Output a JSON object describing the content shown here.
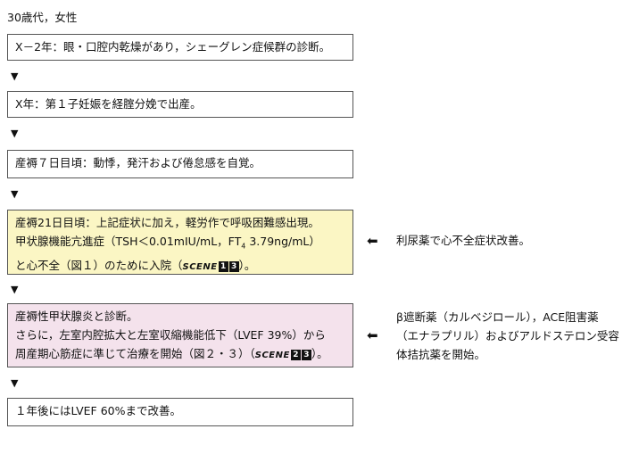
{
  "header": "30歳代，女性",
  "steps": [
    {
      "text": "X－2年：眼・口腔内乾燥があり，シェーグレン症候群の診断。"
    },
    {
      "text": "X年：第１子妊娠を経腟分娩で出産。"
    },
    {
      "text": "産褥７日目頃：動悸，発汗および倦怠感を自覚。"
    },
    {
      "line1": "産褥21日目頃：上記症状に加え，軽労作で呼吸困難感出現。",
      "line2a": "甲状腺機能亢進症（TSH＜0.01mIU/mL，FT",
      "line2sub": "4",
      "line2b": " 3.79ng/mL）",
      "line3a": "と心不全（図１）のために入院（",
      "scene": "SCENE",
      "badges": [
        "1",
        "3"
      ],
      "line3b": "）。"
    },
    {
      "line1": "産褥性甲状腺炎と診断。",
      "line2": "さらに，左室内腔拡大と左室収縮機能低下（LVEF 39%）から",
      "line3a": "周産期心筋症に準じて治療を開始（図２・３）（",
      "scene": "SCENE",
      "badges": [
        "2",
        "3"
      ],
      "line3b": "）。"
    },
    {
      "text": "１年後にはLVEF 60%まで改善。"
    }
  ],
  "notes": {
    "note1": "利尿薬で心不全症状改善。",
    "note2_line1": "β遮断薬（カルベジロール），ACE阻害薬",
    "note2_line2": "（エナラプリル）およびアルドステロン受容",
    "note2_line3": "体拮抗薬を開始。"
  },
  "icons": {
    "down_arrow": "▼",
    "right_arrow": "⬅"
  },
  "colors": {
    "yellow_box": "#fbf6c4",
    "pink_box": "#f4e2ec",
    "border": "#555555"
  }
}
